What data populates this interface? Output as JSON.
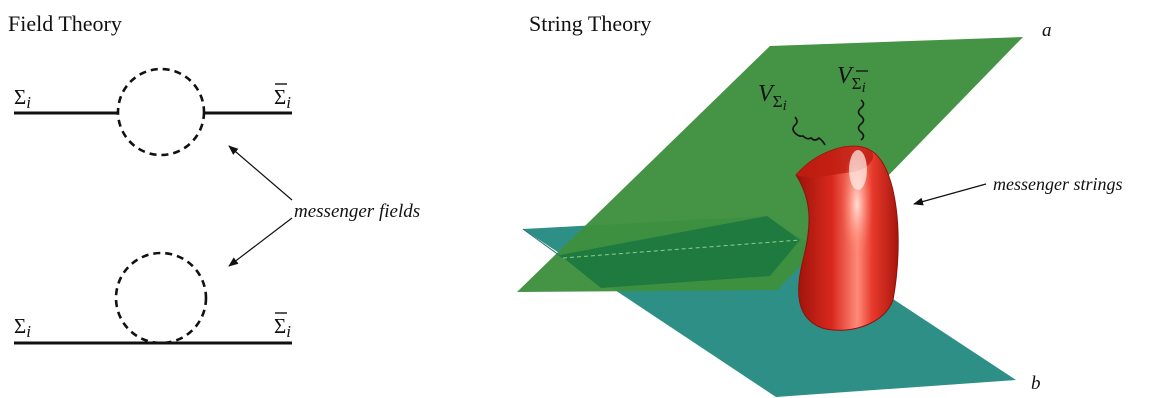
{
  "left_panel": {
    "title": "Field Theory",
    "top_left_label": "Σ",
    "top_left_sub": "i",
    "top_right_label": "Σ",
    "top_right_sub": "i",
    "bottom_left_label": "Σ",
    "bottom_left_sub": "i",
    "bottom_right_label": "Σ",
    "bottom_right_sub": "i",
    "annotation": "messenger fields"
  },
  "right_panel": {
    "title": "String Theory",
    "brane_a_label": "a",
    "brane_b_label": "b",
    "vertex_left": "V",
    "vertex_left_sub": "Σ",
    "vertex_left_subsub": "i",
    "vertex_right": "V",
    "vertex_right_sub": "Σ",
    "vertex_right_subsub": "i",
    "annotation": "messenger strings"
  },
  "colors": {
    "brane_a": "#3f8f3f",
    "brane_b": "#2e8f86",
    "overlap": "#1f7a40",
    "tube": "#d8261c",
    "line": "#111111"
  }
}
